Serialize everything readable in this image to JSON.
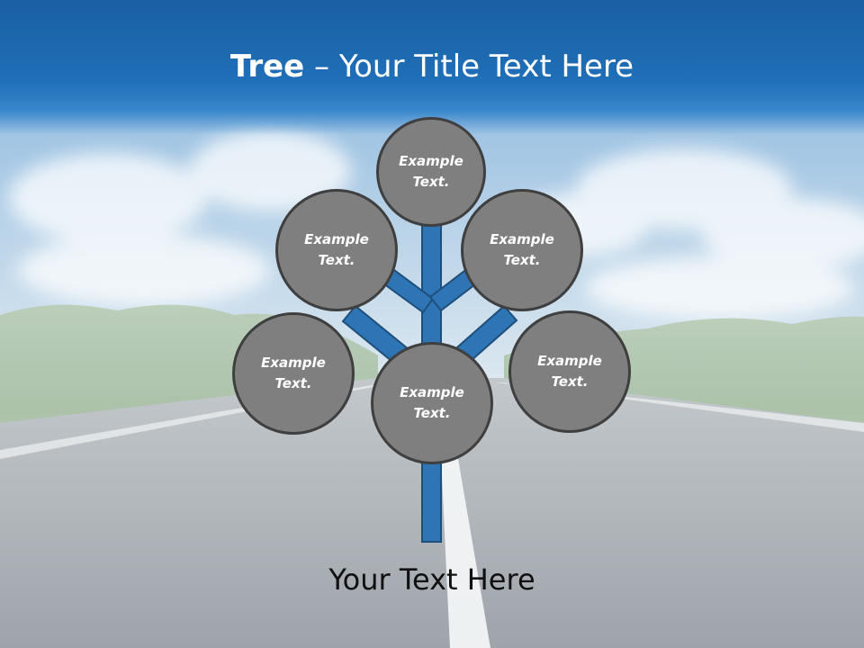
{
  "slide": {
    "title_bold": "Tree",
    "title_rest": " – Your Title Text Here",
    "footer_text": "Your Text Here"
  },
  "nodes": {
    "top": "Example\nText.",
    "upper_left": "Example\nText.",
    "upper_right": "Example\nText.",
    "lower_left": "Example\nText.",
    "center": "Example\nText.",
    "lower_right": "Example\nText."
  },
  "colors": {
    "title_bar": "#1f6fb8",
    "trunk": "#2e75b6",
    "trunk_outline": "#1f4e79",
    "node_fill": "#7f7f7f",
    "node_border": "#3f3f3f"
  }
}
